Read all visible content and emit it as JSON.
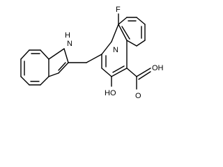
{
  "structure": {
    "labels": {
      "fluorine": "F",
      "ring_n_quinoline": "N",
      "indole_nh": "H",
      "indole_n": "N",
      "hydroxyl": "HO",
      "carboxyl_oh": "OH",
      "carboxyl_o": "O"
    }
  }
}
